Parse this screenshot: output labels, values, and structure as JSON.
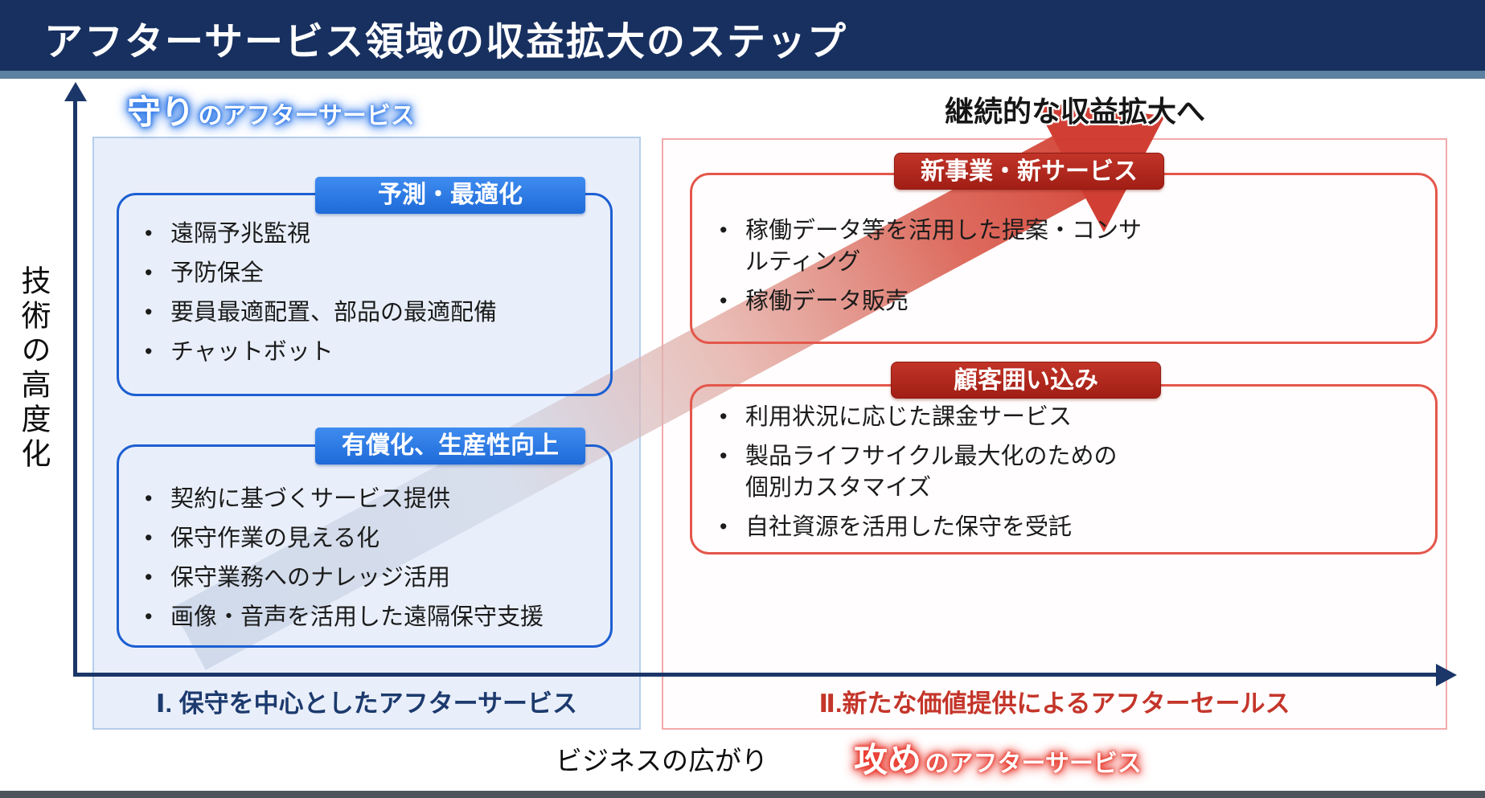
{
  "title": "アフターサービス領域の収益拡大のステップ",
  "axes": {
    "y_label": "技術の高度化",
    "x_label": "ビジネスの広がり"
  },
  "labels": {
    "defense_big": "守り",
    "defense_rest": "のアフターサービス",
    "offense_big": "攻め",
    "offense_rest": "のアフターサービス",
    "goal": "継続的な収益拡大へ",
    "zone1": "Ⅰ. 保守を中心としたアフターサービス",
    "zone2": "Ⅱ.新たな価値提供によるアフターセールス"
  },
  "boxes": [
    {
      "header": "予測・最適化",
      "items": [
        "遠隔予兆監視",
        "予防保全",
        "要員最適配置、部品の最適配備",
        "チャットボット"
      ]
    },
    {
      "header": "有償化、生産性向上",
      "items": [
        "契約に基づくサービス提供",
        "保守作業の見える化",
        "保守業務へのナレッジ活用",
        "画像・音声を活用した遠隔保守支援"
      ]
    },
    {
      "header": "新事業・新サービス",
      "items": [
        "稼働データ等を活用した提案・コンサルティング",
        "稼働データ販売"
      ]
    },
    {
      "header": "顧客囲い込み",
      "items": [
        "利用状況に応じた課金サービス",
        "製品ライフサイクル最大化のための個別カスタマイズ",
        "自社資源を活用した保守を受託"
      ]
    }
  ],
  "colors": {
    "header_navy": "#18305f",
    "header_underline": "#5d81a0",
    "axis_navy": "#1b3668",
    "blue_chip": "#2d7ee8",
    "blue_box_border": "#1d5fd2",
    "left_panel_bg": "#e9effa",
    "left_panel_border": "#b5cdec",
    "red_chip": "#b4281e",
    "red_box_border": "#e4574b",
    "right_panel_border": "#f2a9a9",
    "arrow_tail": "#c2cfe3",
    "arrow_head": "#d0372b"
  }
}
